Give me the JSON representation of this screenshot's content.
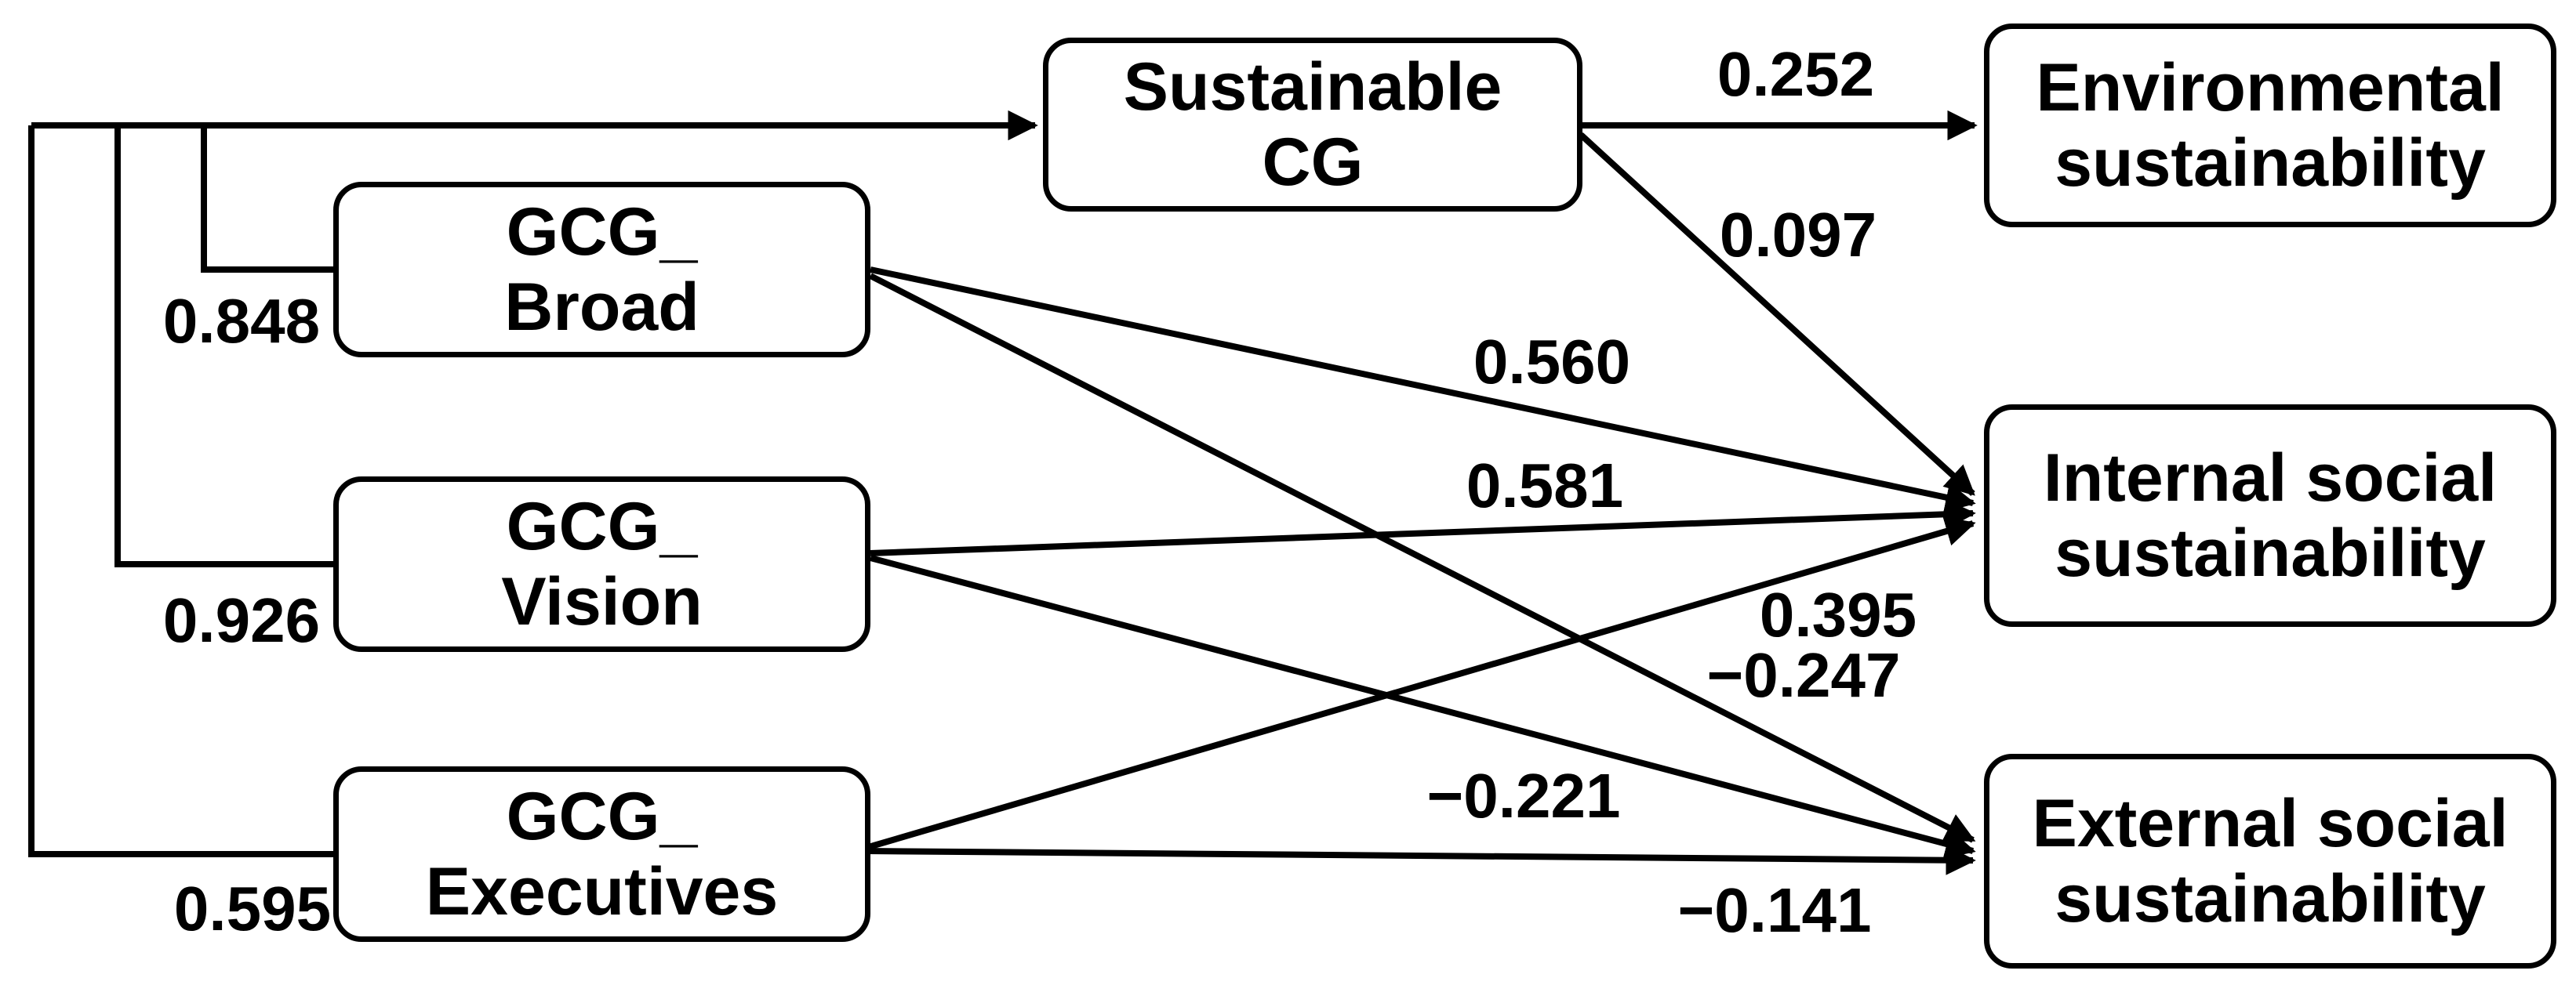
{
  "diagram": {
    "type": "structural-path-model",
    "colors": {
      "line": "#000000",
      "box_border": "#000000",
      "box_fill": "#ffffff",
      "text": "#000000"
    },
    "nodes": {
      "sustainable_cg": {
        "line1": "Sustainable",
        "line2": "CG"
      },
      "gcg_broad": {
        "line1": "GCG_",
        "line2": "Broad"
      },
      "gcg_vision": {
        "line1": "GCG_",
        "line2": "Vision"
      },
      "gcg_executives": {
        "line1": "GCG_",
        "line2": "Executives"
      },
      "environmental": {
        "line1": "Environmental",
        "line2": "sustainability"
      },
      "internal_social": {
        "line1": "Internal social",
        "line2": "sustainability"
      },
      "external_social": {
        "line1": "External social",
        "line2": "sustainability"
      }
    },
    "component_weights": {
      "broad": {
        "component": "GCG_Broad",
        "construct": "Sustainable CG",
        "value": "0.848"
      },
      "vision": {
        "component": "GCG_Vision",
        "construct": "Sustainable CG",
        "value": "0.926"
      },
      "executives": {
        "component": "GCG_Executives",
        "construct": "Sustainable CG",
        "value": "0.595"
      }
    },
    "path_coefficients": {
      "scg_environmental": {
        "from": "Sustainable CG",
        "to": "Environmental sustainability",
        "value": "0.252"
      },
      "scg_internal": {
        "from": "Sustainable CG",
        "to": "Internal social sustainability",
        "value": "0.097"
      },
      "broad_internal": {
        "from": "GCG_Broad",
        "to": "Internal social sustainability",
        "value": "0.560"
      },
      "vision_internal": {
        "from": "GCG_Vision",
        "to": "Internal social sustainability",
        "value": "0.581"
      },
      "executives_internal": {
        "from": "GCG_Executives",
        "to": "Internal social sustainability",
        "value": "0.395"
      },
      "broad_external": {
        "from": "GCG_Broad",
        "to": "External social sustainability",
        "value": "−0.247"
      },
      "vision_external": {
        "from": "GCG_Vision",
        "to": "External social sustainability",
        "value": "−0.221"
      },
      "executives_external": {
        "from": "GCG_Executives",
        "to": "External social sustainability",
        "value": "−0.141"
      }
    }
  }
}
